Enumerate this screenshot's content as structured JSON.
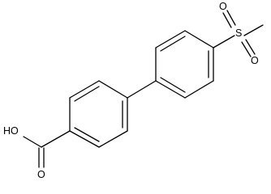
{
  "molecule": {
    "labels": {
      "hydroxyl": "HO",
      "carbonyl_oxygen": "O",
      "sulfur": "S",
      "sulfonyl_oxygen_top": "O",
      "sulfonyl_oxygen_bottom": "O"
    },
    "colors": {
      "bond": "#000000",
      "label": "#000000",
      "background": "#ffffff"
    }
  }
}
